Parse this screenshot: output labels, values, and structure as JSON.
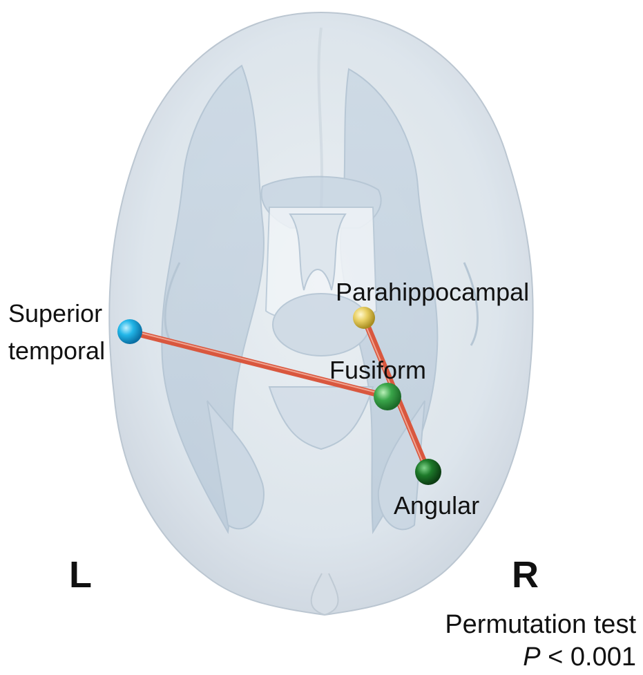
{
  "regions": [
    {
      "id": "superior-temporal",
      "lines": [
        "Superior",
        "temporal"
      ],
      "color": "#1fb7e6"
    },
    {
      "id": "parahippocampal",
      "lines": [
        "Parahippocampal"
      ],
      "color": "#e8cf5c"
    },
    {
      "id": "fusiform",
      "lines": [
        "Fusiform"
      ],
      "color": "#3aa64a"
    },
    {
      "id": "angular",
      "lines": [
        "Angular"
      ],
      "color": "#1a6e24"
    }
  ],
  "connections": [
    {
      "from": "superior-temporal",
      "to": "fusiform",
      "color": "#d9573e"
    },
    {
      "from": "parahippocampal",
      "to": "angular",
      "color": "#d9573e"
    }
  ],
  "hemisphere": {
    "left": "L",
    "right": "R"
  },
  "statistics": {
    "test": "Permutation test",
    "p_symbol": "P",
    "p_comparator": "< 0.001"
  }
}
